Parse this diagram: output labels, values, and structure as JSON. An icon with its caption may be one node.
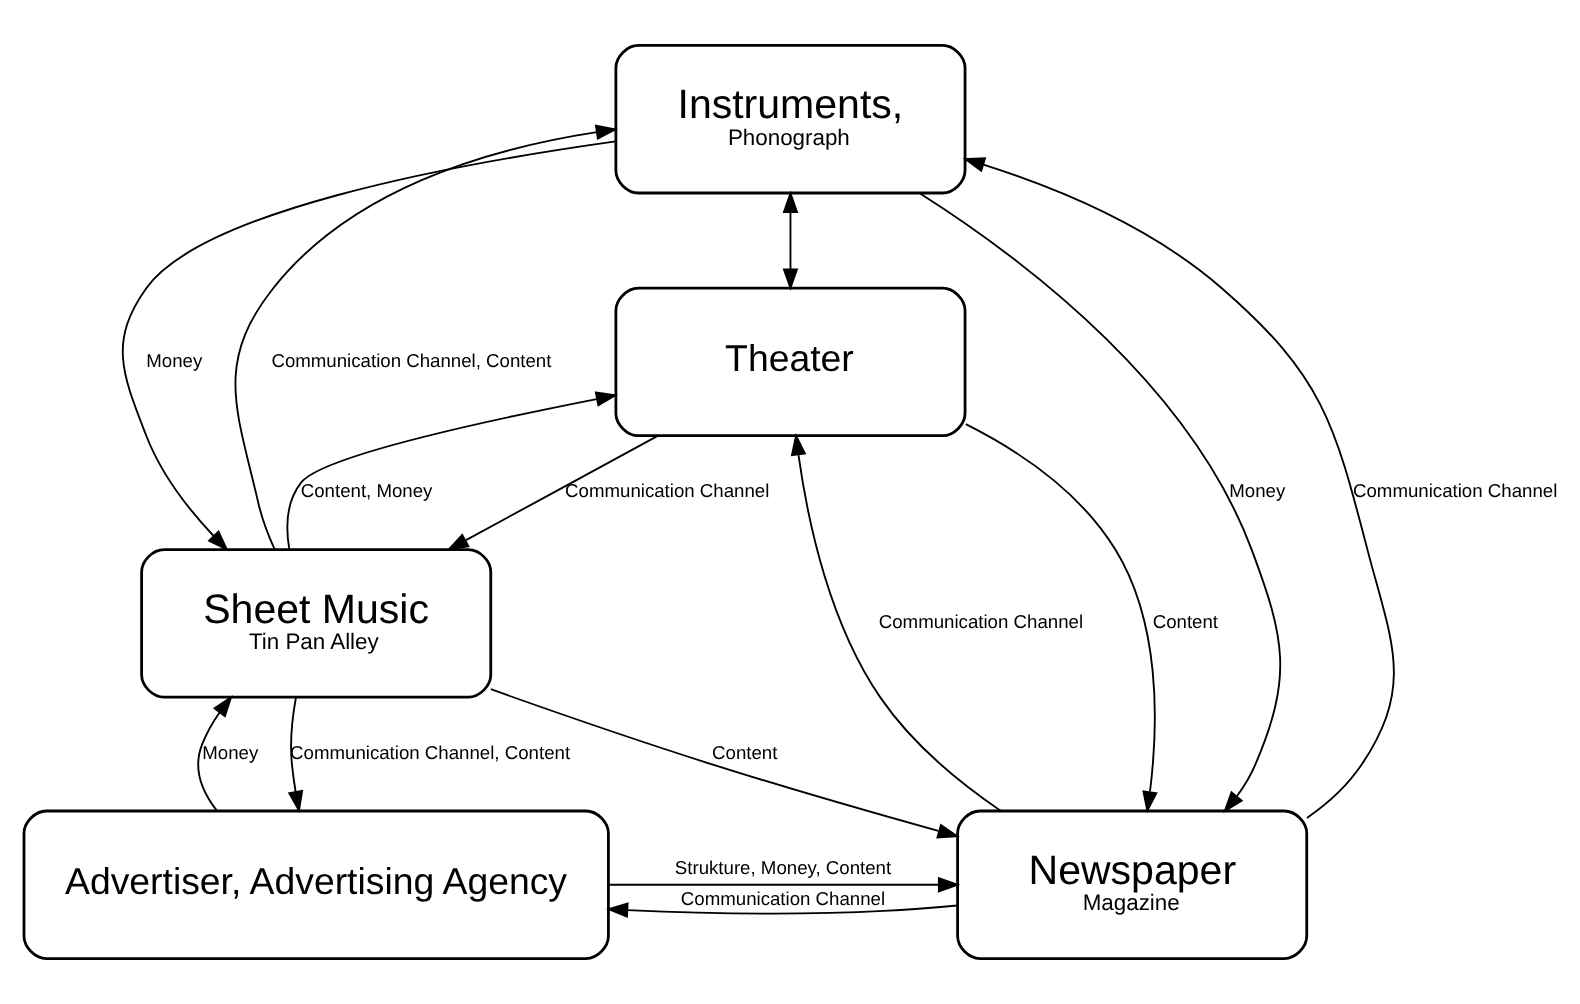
{
  "diagram": {
    "nodes": [
      {
        "text": [
          "Instruments,",
          "Phonograph"
        ]
      },
      {
        "text": [
          "Theater"
        ]
      },
      {
        "text": [
          "Sheet Music",
          "Tin Pan Alley"
        ]
      },
      {
        "text": [
          "Newspaper",
          "Magazine"
        ]
      },
      {
        "text": [
          "Advertiser, Advertising Agency"
        ]
      }
    ],
    "edges": [
      {
        "from": 2,
        "to": 0,
        "arrow": "to",
        "label": "Communication Channel, Content"
      },
      {
        "from": 0,
        "to": 2,
        "arrow": "to",
        "label": "Money"
      },
      {
        "from": 0,
        "to": 1,
        "arrow": "both"
      },
      {
        "from": 2,
        "to": 1,
        "arrow": "to",
        "label": "Content, Money"
      },
      {
        "from": 1,
        "to": 2,
        "arrow": "to",
        "label": "Communication Channel"
      },
      {
        "from": 0,
        "to": 3,
        "arrow": "to",
        "label": "Money"
      },
      {
        "from": 3,
        "to": 0,
        "arrow": "to",
        "label": "Communication Channel"
      },
      {
        "from": 1,
        "to": 3,
        "arrow": "to",
        "label": "Content"
      },
      {
        "from": 3,
        "to": 1,
        "arrow": "to",
        "label": "Communication Channel"
      },
      {
        "from": 2,
        "to": 3,
        "arrow": "to",
        "label": "Content"
      },
      {
        "from": 2,
        "to": 4,
        "arrow": "to",
        "label": "Communication Channel, Content"
      },
      {
        "from": 4,
        "to": 2,
        "arrow": "to",
        "label": "Money"
      },
      {
        "from": 3,
        "to": 4,
        "arrow": "to",
        "label": "Communication Channel"
      },
      {
        "from": 4,
        "to": 3,
        "arrow": "to",
        "label": "Strukture, Money, Content"
      }
    ]
  }
}
